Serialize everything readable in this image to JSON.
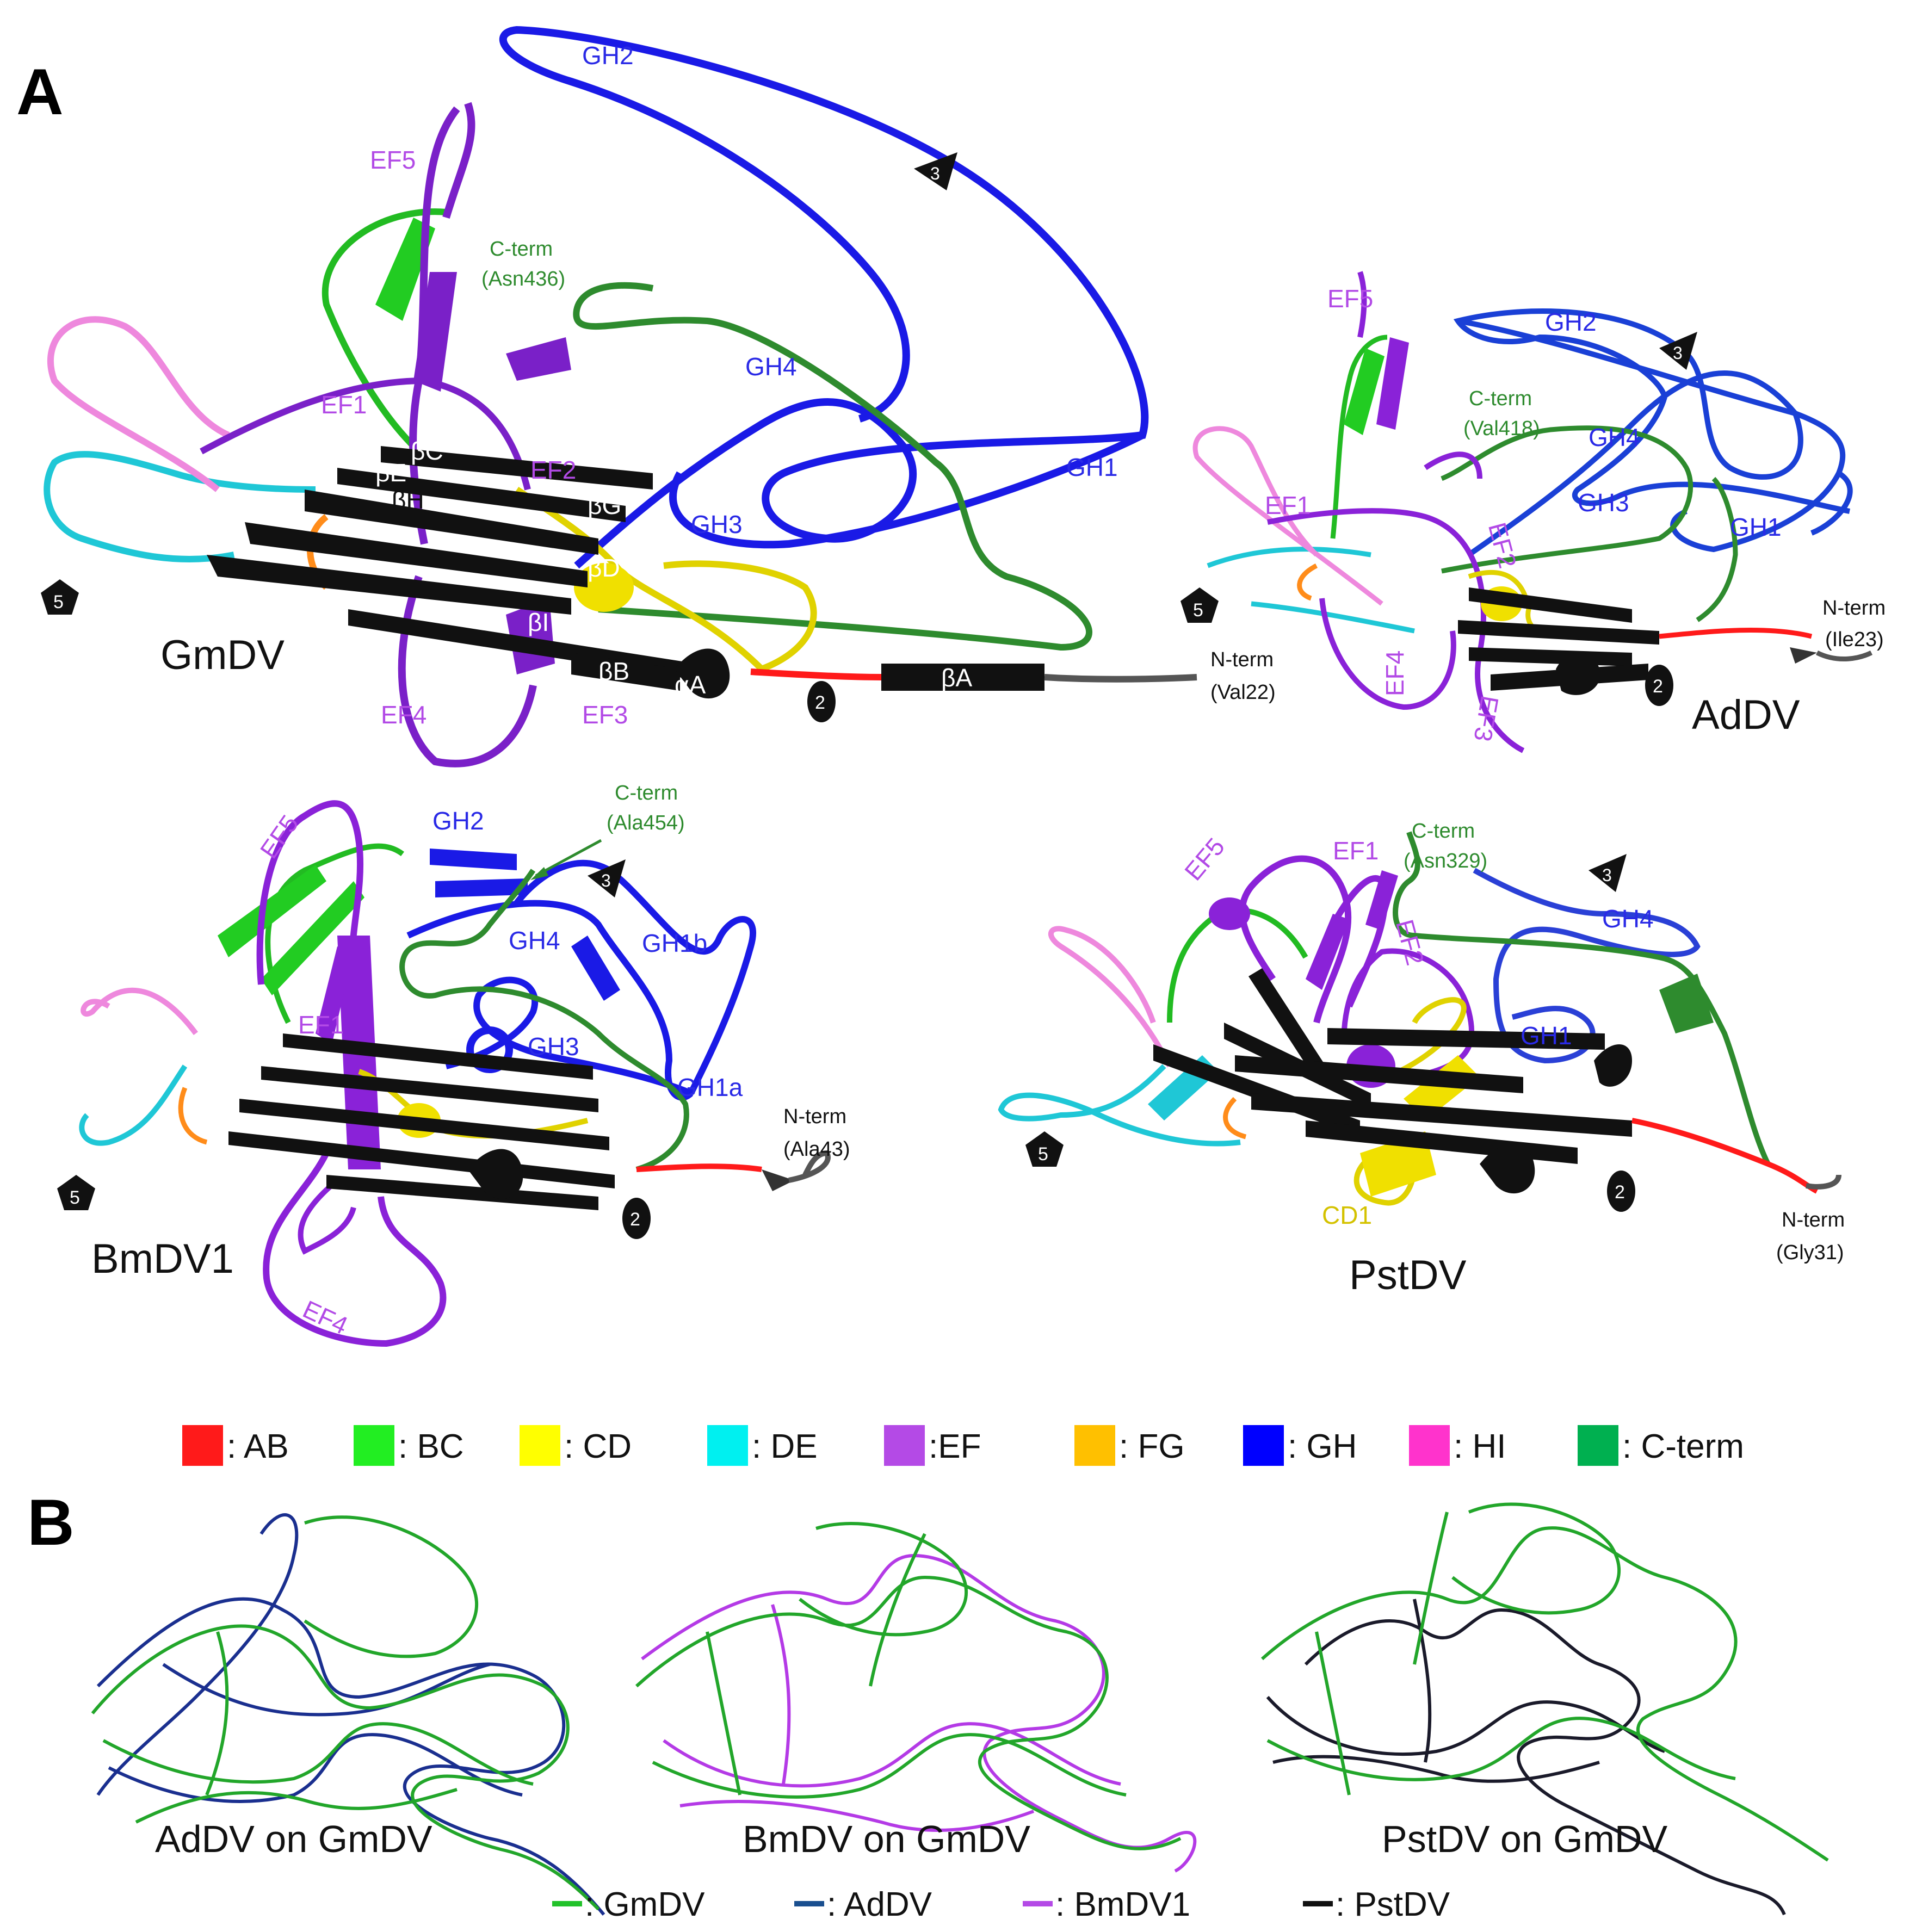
{
  "panels": {
    "a": {
      "letter": "A",
      "structures": {
        "gmdv": {
          "name": "GmDV",
          "nterm": "N-term",
          "nterm_res": "(Val22)",
          "cterm": "C-term",
          "cterm_res": "(Asn436)",
          "labels": {
            "ef1": "EF1",
            "ef2": "EF2",
            "ef3": "EF3",
            "ef4": "EF4",
            "ef5": "EF5",
            "gh1": "GH1",
            "gh2": "GH2",
            "gh3": "GH3",
            "gh4": "GH4",
            "bf": "βF",
            "be": "βE",
            "bc": "βC",
            "bh": "βH",
            "bg": "βG",
            "bd": "βD",
            "bi": "βI",
            "bb": "βB",
            "aa": "αA",
            "ba": "βA"
          }
        },
        "addv": {
          "name": "AdDV",
          "nterm": "N-term",
          "nterm_res": "(Ile23)",
          "cterm": "C-term",
          "cterm_res": "(Val418)",
          "labels": {
            "ef1": "EF1",
            "ef2": "EF2",
            "ef3": "EF3",
            "ef4": "EF4",
            "ef5": "EF5",
            "gh1": "GH1",
            "gh2": "GH2",
            "gh3": "GH3",
            "gh4": "GH4"
          }
        },
        "bmdv1": {
          "name": "BmDV1",
          "nterm": "N-term",
          "nterm_res": "(Ala43)",
          "cterm": "C-term",
          "cterm_res": "(Ala454)",
          "labels": {
            "ef1": "EF1",
            "ef4": "EF4",
            "ef5": "EF5",
            "gh1a": "GH1a",
            "gh1b": "GH1b",
            "gh2": "GH2",
            "gh3": "GH3",
            "gh4": "GH4"
          }
        },
        "pstdv": {
          "name": "PstDV",
          "nterm": "N-term",
          "nterm_res": "(Gly31)",
          "cterm": "C-term",
          "cterm_res": "(Asn329)",
          "labels": {
            "ef1": "EF1",
            "ef2": "EF2",
            "ef5": "EF5",
            "gh1": "GH1",
            "gh4": "GH4",
            "cd1": "CD1"
          }
        }
      },
      "symmetry": {
        "two_fold": "2",
        "three_fold": "3",
        "five_fold": "5"
      }
    },
    "b": {
      "letter": "B",
      "superpositions": [
        {
          "label": "AdDV on GmDV"
        },
        {
          "label": "BmDV on GmDV"
        },
        {
          "label": "PstDV on GmDV"
        }
      ],
      "legend": [
        {
          "label": ": GmDV",
          "color": "#22c22a"
        },
        {
          "label": ": AdDV",
          "color": "#1a4f8f"
        },
        {
          "label": ": BmDV1",
          "color": "#b44ae6"
        },
        {
          "label": ": PstDV",
          "color": "#111111"
        }
      ]
    }
  },
  "region_legend": [
    {
      "label": ": AB",
      "color": "#ff1a1a"
    },
    {
      "label": ": BC",
      "color": "#22ee22"
    },
    {
      "label": ": CD",
      "color": "#ffff00"
    },
    {
      "label": ": DE",
      "color": "#00f0f0"
    },
    {
      "label": ":EF",
      "color": "#b44ae6"
    },
    {
      "label": ": FG",
      "color": "#ffc000"
    },
    {
      "label": ": GH",
      "color": "#0000ff"
    },
    {
      "label": ": HI",
      "color": "#ff33cc"
    },
    {
      "label": ": C-term",
      "color": "#00b050"
    }
  ],
  "label_colors": {
    "ef": "#b24ae6",
    "gh": "#2a2ae6",
    "cterm": "#2e8b2e",
    "cd": "#d4c200",
    "term": "#111111"
  }
}
